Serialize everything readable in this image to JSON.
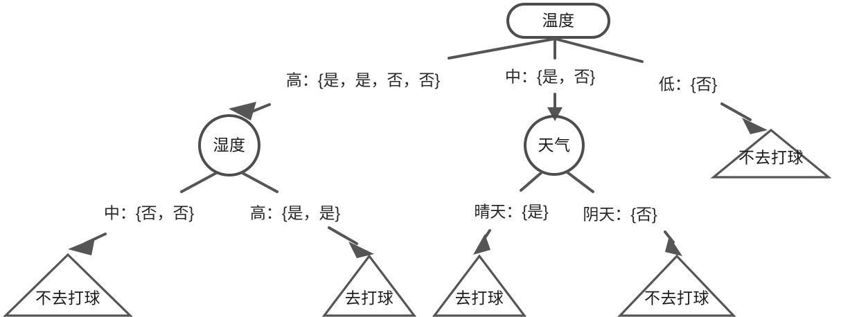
{
  "diagram": {
    "type": "decision-tree",
    "title": "",
    "colors": {
      "stroke": "#555555",
      "root_stroke": "#4d4d4d",
      "text": "#1a1a1a",
      "background": "#ffffff"
    },
    "root": {
      "label": "温度",
      "shape": "rounded-rectangle"
    },
    "internal_nodes": [
      {
        "label": "湿度",
        "shape": "circle"
      },
      {
        "label": "天气",
        "shape": "circle"
      }
    ],
    "leaves": [
      {
        "label": "不去打球",
        "shape": "triangle"
      },
      {
        "label": "去打球",
        "shape": "triangle"
      },
      {
        "label": "去打球",
        "shape": "triangle"
      },
      {
        "label": "不去打球",
        "shape": "triangle"
      },
      {
        "label": "不去打球",
        "shape": "triangle"
      }
    ],
    "edge_labels": {
      "root_to_humidity": "高：{是，是，否，否}",
      "root_to_weather": "中：{是，否}",
      "root_to_leaf_right": "低：{否}",
      "humidity_to_leaf_left": "中：{否，否}",
      "humidity_to_leaf_right": "高：{是，是}",
      "weather_to_leaf_left": "晴天：{是}",
      "weather_to_leaf_right": "阴天：{否}"
    }
  }
}
